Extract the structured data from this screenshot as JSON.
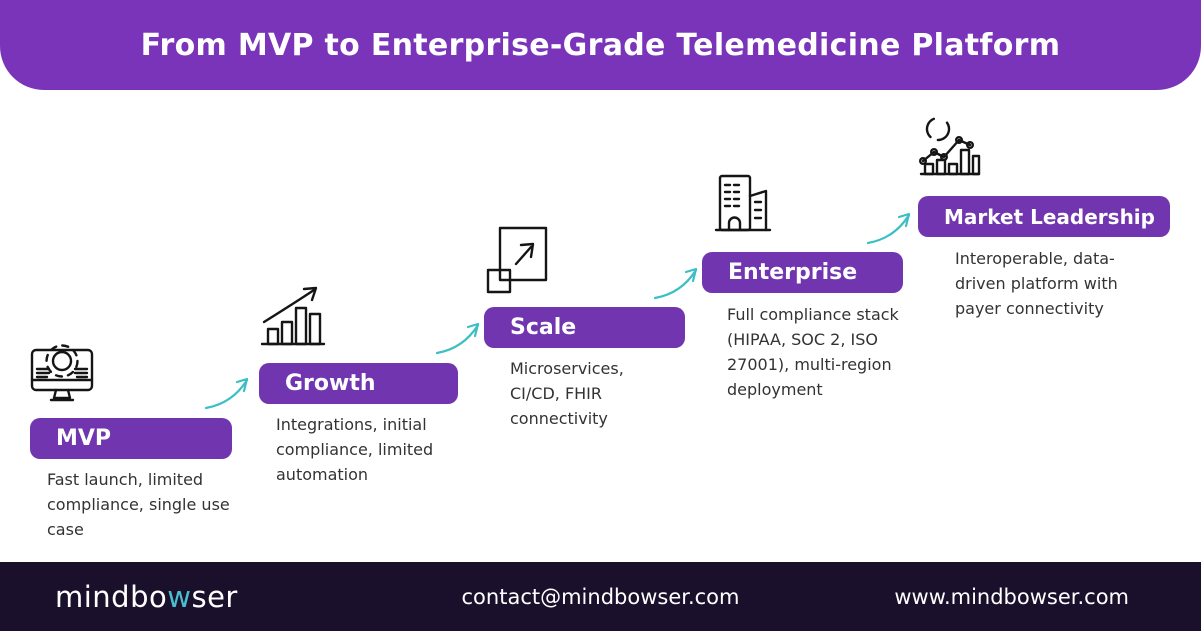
{
  "header": {
    "title": "From MVP to Enterprise-Grade Telemedicine Platform"
  },
  "stages": [
    {
      "label": "MVP",
      "description": "Fast launch, limited compliance, single use case",
      "icon": "monitor-gear-icon"
    },
    {
      "label": "Growth",
      "description": "Integrations, initial compliance, limited automation",
      "icon": "growth-chart-icon"
    },
    {
      "label": "Scale",
      "description": "Microservices, CI/CD, FHIR connectivity",
      "icon": "expand-icon"
    },
    {
      "label": "Enterprise",
      "description": "Full compliance stack (HIPAA, SOC 2, ISO 27001), multi-region deployment",
      "icon": "building-icon"
    },
    {
      "label": "Market Leadership",
      "description": "Interoperable, data-driven platform with payer connectivity",
      "icon": "analytics-icon"
    }
  ],
  "footer": {
    "logo_prefix": "mindbo",
    "logo_accent": "w",
    "logo_suffix": "ser",
    "email": "contact@mindbowser.com",
    "website": "www.mindbowser.com"
  },
  "colors": {
    "header_purple": "#7A34BA",
    "banner_purple": "#7136AF",
    "arrow_teal": "#3CBFC4",
    "footer_bg": "#1A102C",
    "logo_accent_teal": "#49BFCC",
    "text_dark": "#333333"
  }
}
